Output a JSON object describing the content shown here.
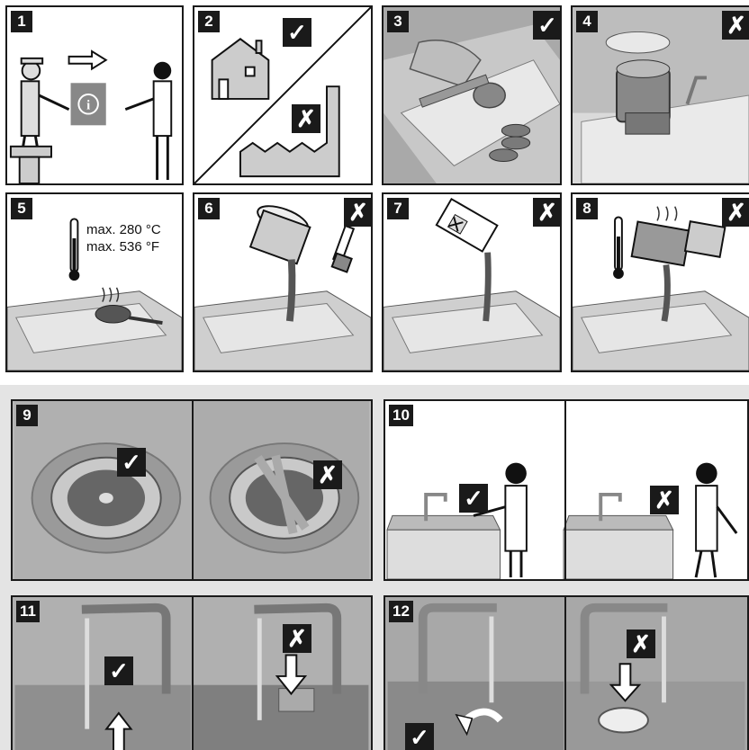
{
  "panels": [
    {
      "number": "1"
    },
    {
      "number": "2",
      "marks": [
        "✓",
        "✗"
      ]
    },
    {
      "number": "3",
      "mark": "✓"
    },
    {
      "number": "4",
      "mark": "✗"
    },
    {
      "number": "5",
      "temp_c": "max. 280 °C",
      "temp_f": "max. 536 °F"
    },
    {
      "number": "6",
      "mark": "✗"
    },
    {
      "number": "7",
      "mark": "✗"
    },
    {
      "number": "8",
      "mark": "✗"
    },
    {
      "number": "9",
      "marks": [
        "✓",
        "✗"
      ]
    },
    {
      "number": "10",
      "marks": [
        "✓",
        "✗"
      ]
    },
    {
      "number": "11",
      "marks": [
        "✓",
        "✗"
      ]
    },
    {
      "number": "12",
      "marks": [
        "✓",
        "✗"
      ]
    }
  ],
  "icons": [
    "info-icon",
    "house-icon",
    "factory-icon",
    "thermometer-icon",
    "arrow-right-icon",
    "arrow-down-icon",
    "arrow-up-icon",
    "curved-arrow-icon"
  ]
}
